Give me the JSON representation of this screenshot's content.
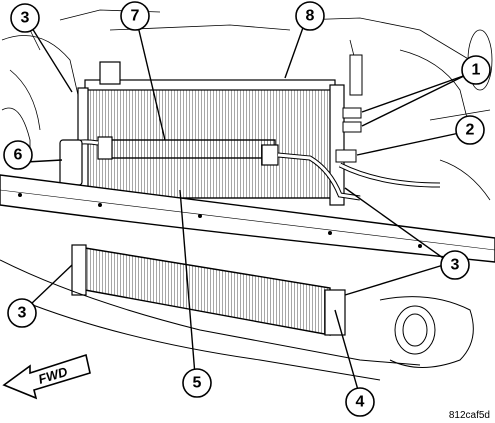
{
  "diagram": {
    "callouts": [
      {
        "id": "c3-top-left",
        "label": "3"
      },
      {
        "id": "c7",
        "label": "7"
      },
      {
        "id": "c8",
        "label": "8"
      },
      {
        "id": "c1",
        "label": "1"
      },
      {
        "id": "c2",
        "label": "2"
      },
      {
        "id": "c6",
        "label": "6"
      },
      {
        "id": "c3-right",
        "label": "3"
      },
      {
        "id": "c3-bottom-left",
        "label": "3"
      },
      {
        "id": "c5",
        "label": "5"
      },
      {
        "id": "c4",
        "label": "4"
      }
    ],
    "direction_label": "FWD",
    "reference_code": "812caf5d"
  }
}
